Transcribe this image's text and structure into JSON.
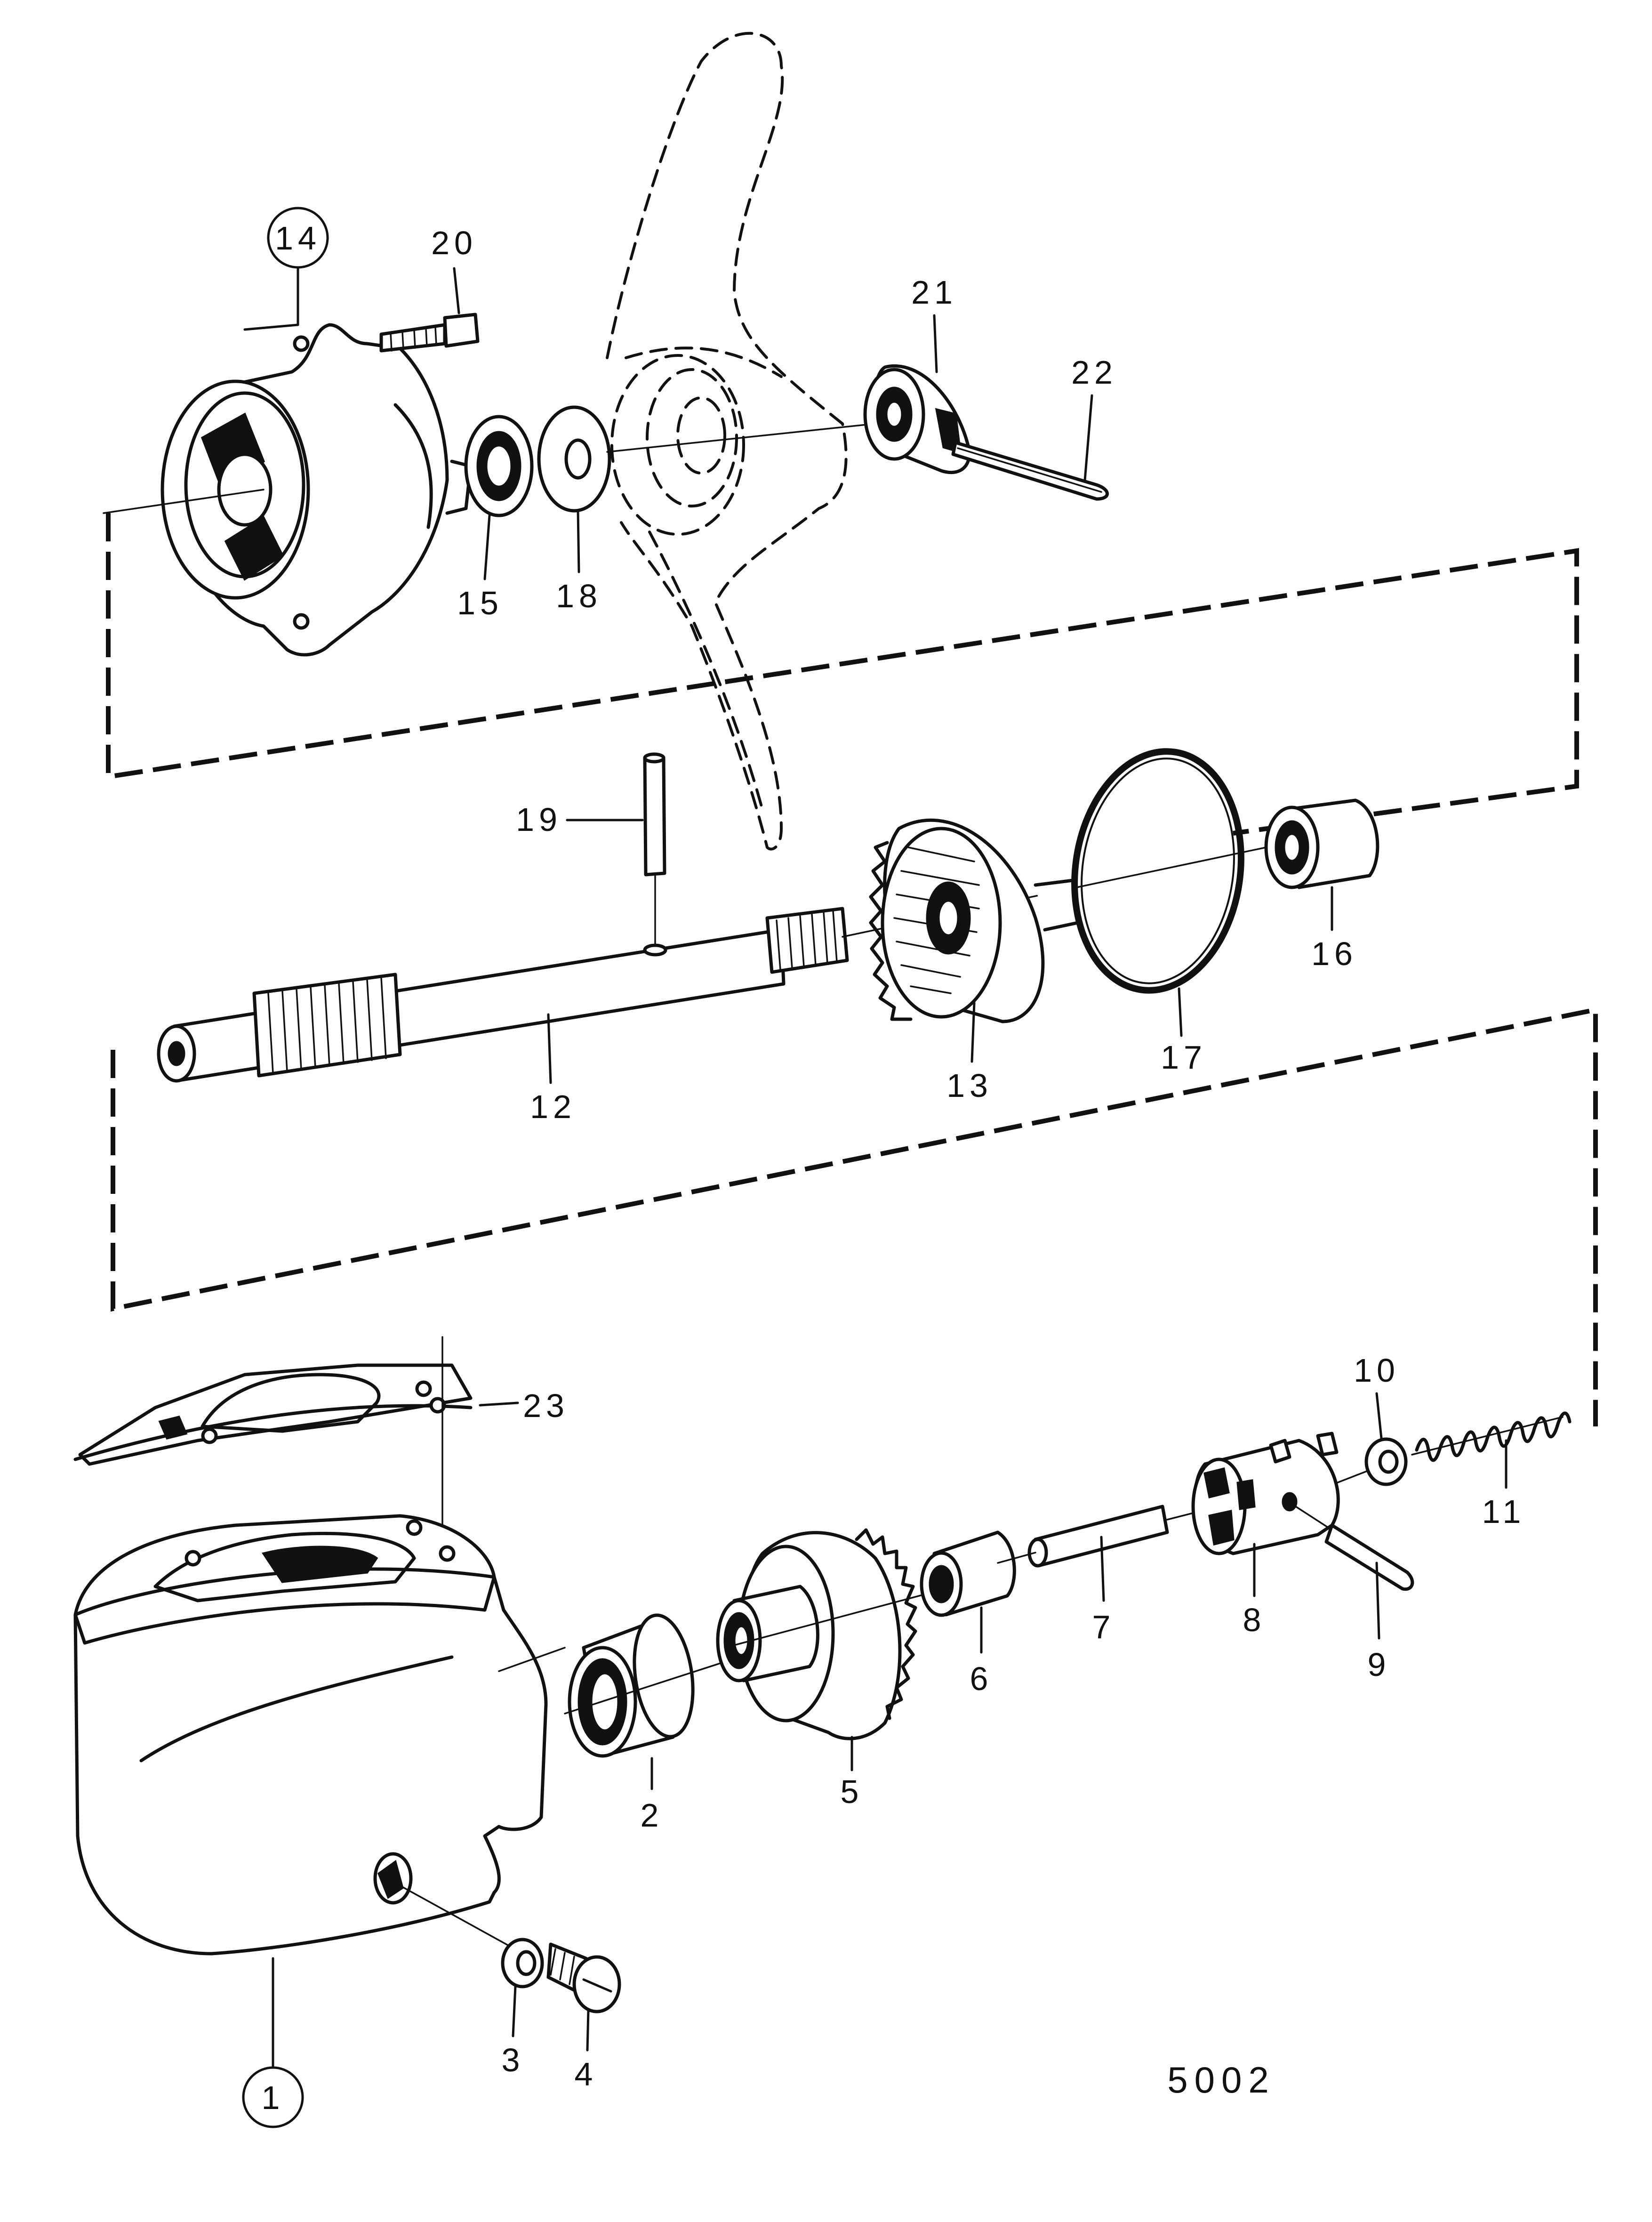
{
  "drawing_number": "5002",
  "callouts": {
    "c1": "1",
    "c2": "2",
    "c3": "3",
    "c4": "4",
    "c5": "5",
    "c6": "6",
    "c7": "7",
    "c8": "8",
    "c9": "9",
    "c10": "10",
    "c11": "11",
    "c12": "12",
    "c13": "13",
    "c14": "14",
    "c15": "15",
    "c16": "16",
    "c17": "17",
    "c18": "18",
    "c19": "19",
    "c20": "20",
    "c21": "21",
    "c22": "22",
    "c23": "23"
  }
}
